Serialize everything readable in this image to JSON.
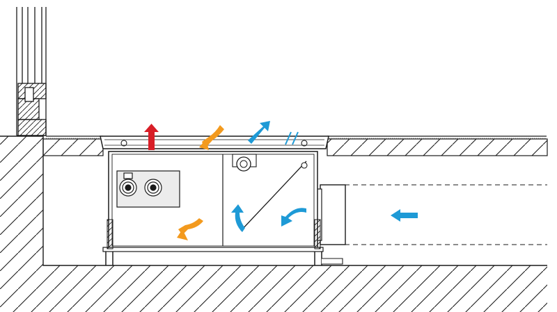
{
  "diagram": {
    "type": "technical-section-drawing",
    "subject": "floor-convector-with-fan",
    "colors": {
      "line": "#1a1a1a",
      "hatch": "#1a1a1a",
      "panel": "#ececec",
      "supply_warm_red": "#d81e27",
      "heat_orange": "#f39a1e",
      "air_blue": "#1e9ad6"
    },
    "arrows": [
      {
        "name": "warm-air-out-arrow",
        "color": "red",
        "direction": "up"
      },
      {
        "name": "heat-recirculation-arrow-top",
        "color": "orange",
        "direction": "curved-down-left"
      },
      {
        "name": "fresh-air-up-arrow-right",
        "color": "blue",
        "direction": "up-right"
      },
      {
        "name": "heat-arrow-bottom",
        "color": "orange",
        "direction": "curved-down-left"
      },
      {
        "name": "fan-inlet-curved-arrow",
        "color": "blue",
        "direction": "curved-up"
      },
      {
        "name": "duct-outlet-curved-arrow",
        "color": "blue",
        "direction": "curved-left"
      },
      {
        "name": "duct-intake-arrow",
        "color": "blue",
        "direction": "left"
      }
    ]
  }
}
